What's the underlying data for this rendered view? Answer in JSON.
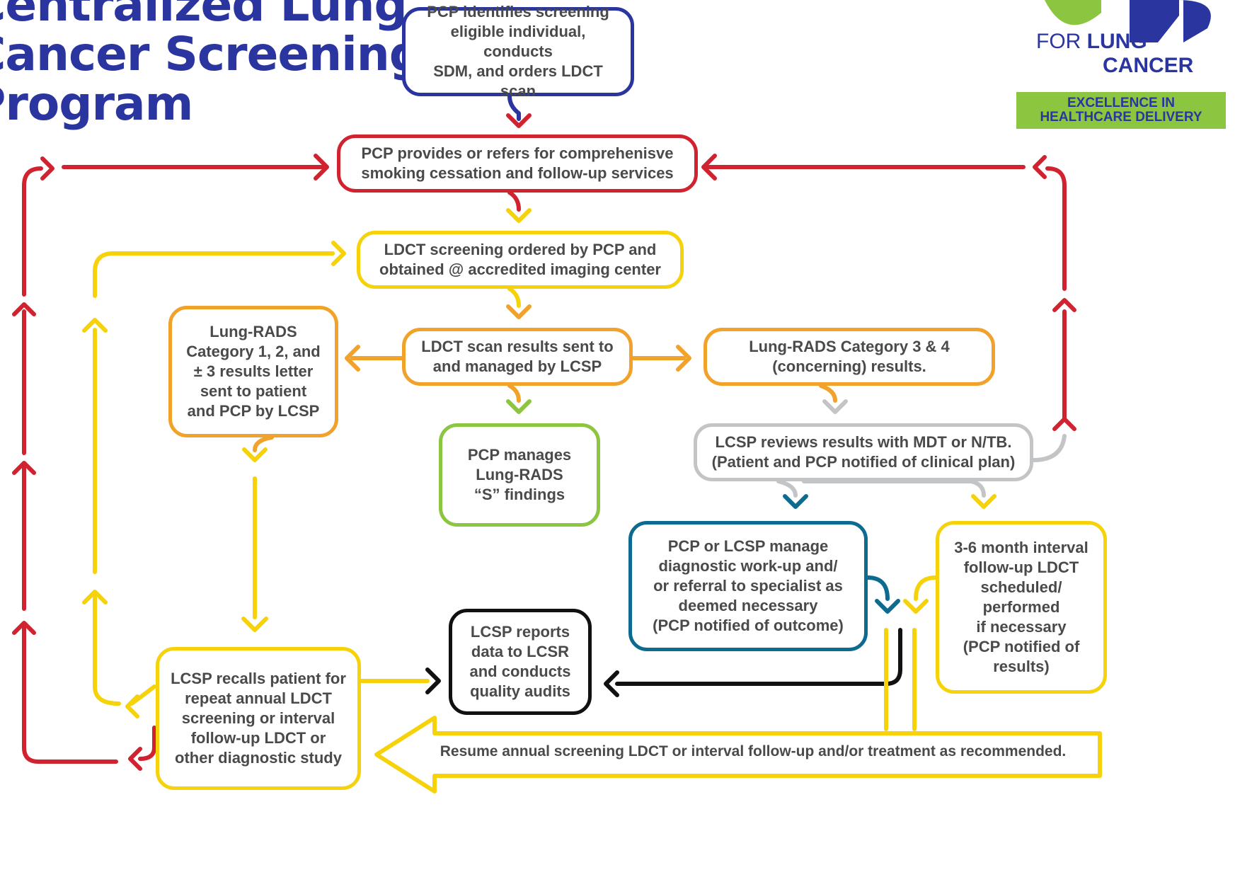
{
  "title": {
    "line1": "Centralized Lung",
    "line2": "Cancer Screening",
    "line3": "Program"
  },
  "logo": {
    "text_for": "FOR",
    "text_lung": "LUNG",
    "text_cancer": "CANCER",
    "tagline_line1": "EXCELLENCE IN",
    "tagline_line2": "HEALTHCARE DELIVERY"
  },
  "colors": {
    "blue": "#2b35a0",
    "red": "#d1222f",
    "yellow": "#f5d20a",
    "orange": "#f0a22a",
    "green": "#8cc641",
    "gray": "#c2c4c6",
    "teal": "#0c6b8e",
    "black": "#111111"
  },
  "nodes": {
    "identify": [
      "PCP identifies screening",
      "eligible individual, conducts",
      "SDM, and orders LDCT scan"
    ],
    "cessation": [
      "PCP provides or refers for comprehenisve",
      "smoking cessation and follow-up services"
    ],
    "ordered": [
      "LDCT screening ordered by PCP and",
      "obtained @ accredited imaging center"
    ],
    "results_sent": [
      "LDCT scan results sent to",
      "and managed by LCSP"
    ],
    "cat12": [
      "Lung-RADS",
      "Category 1, 2, and",
      "± 3 results letter",
      "sent to patient",
      "and PCP by LCSP"
    ],
    "cat34": [
      "Lung-RADS Category 3 & 4",
      "(concerning) results."
    ],
    "s_findings": [
      "PCP manages",
      "Lung-RADS",
      "“S” findings"
    ],
    "mdt_review": [
      "LCSP reviews results with MDT or N/TB.",
      "(Patient and PCP notified of clinical plan)"
    ],
    "workup": [
      "PCP or LCSP manage",
      "diagnostic work-up and/",
      "or referral to specialist as",
      "deemed necessary",
      "(PCP notified of outcome)"
    ],
    "interval": [
      "3-6 month interval",
      "follow-up LDCT",
      "scheduled/",
      "performed",
      "if necessary",
      "(PCP notified of",
      "results)"
    ],
    "reports": [
      "LCSP reports",
      "data to LCSR",
      "and conducts",
      "quality audits"
    ],
    "recall": [
      "LCSP recalls patient for",
      "repeat annual LDCT",
      "screening or interval",
      "follow-up LDCT or",
      "other diagnostic study"
    ],
    "resume": [
      "Resume annual screening LDCT or interval follow-up and/or treatment as recommended."
    ]
  }
}
